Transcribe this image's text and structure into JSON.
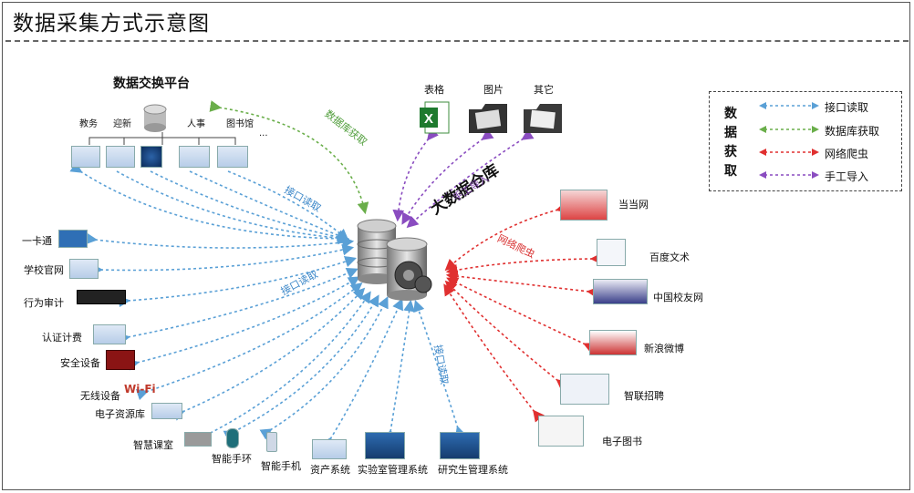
{
  "title": "数据采集方式示意图",
  "exchange_platform": {
    "title": "数据交换平台",
    "items": [
      "教务",
      "迎新",
      "人事",
      "图书馆",
      "..."
    ]
  },
  "central_label": "大数据仓库",
  "manual_sources": [
    "表格",
    "图片",
    "其它"
  ],
  "left_sources": [
    "一卡通",
    "学校官网",
    "行为审计",
    "认证计费",
    "安全设备",
    "无线设备",
    "电子资源库"
  ],
  "bottom_sources": [
    "智慧课室",
    "智能手环",
    "智能手机",
    "资产系统",
    "实验室管理系统",
    "研究生管理系统"
  ],
  "right_sources": [
    "当当网",
    "百度文术",
    "中国校友网",
    "新浪微博",
    "智联招聘",
    "电子图书"
  ],
  "annotations": {
    "db_fetch": "数据库获取",
    "api_read_top": "接口读取",
    "api_read_mid": "接口读取",
    "api_read_bottom": "接口读取",
    "manual_import": "手工导入",
    "web_crawler": "网络爬虫"
  },
  "legend": {
    "title": "数据获取",
    "items": [
      {
        "label": "接口读取",
        "color": "#5aa0d6"
      },
      {
        "label": "数据库获取",
        "color": "#6aae4a"
      },
      {
        "label": "网络爬虫",
        "color": "#e03030"
      },
      {
        "label": "手工导入",
        "color": "#8a4cc0"
      }
    ]
  },
  "icons": {
    "excel": "excel-icon",
    "picture_folder": "picture-folder-icon",
    "other_folder": "folder-icon",
    "server": "server-stack-icon"
  },
  "colors": {
    "api": "#5aa0d6",
    "db": "#6aae4a",
    "crawler": "#e03030",
    "manual": "#8a4cc0"
  }
}
